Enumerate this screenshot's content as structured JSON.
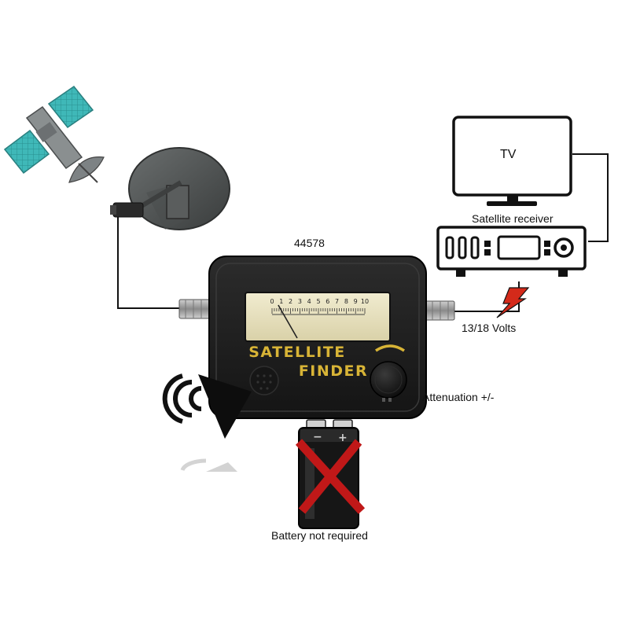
{
  "labels": {
    "tv": "TV",
    "receiver": "Satellite receiver",
    "model": "44578",
    "voltage": "13/18 Volts",
    "attenuation": "Attenuation +/-",
    "battery": "Battery not required"
  },
  "finder": {
    "line1": "SATELLITE",
    "line2": "FINDER",
    "scale": [
      "0",
      "1",
      "2",
      "3",
      "4",
      "5",
      "6",
      "7",
      "8",
      "9",
      "10"
    ],
    "needle_level": 0.05
  },
  "colors": {
    "solar_panel": "#3fb8b8",
    "finder_body": "#1c1c1c",
    "finder_text": "#d8b436",
    "meter_face": "#e9e3c2",
    "cross": "#c01818",
    "bolt": "#d42a1a"
  },
  "icons": [
    "satellite-icon",
    "dish-icon",
    "tv-icon",
    "receiver-icon",
    "speaker-icon",
    "battery-icon",
    "lightning-icon"
  ]
}
